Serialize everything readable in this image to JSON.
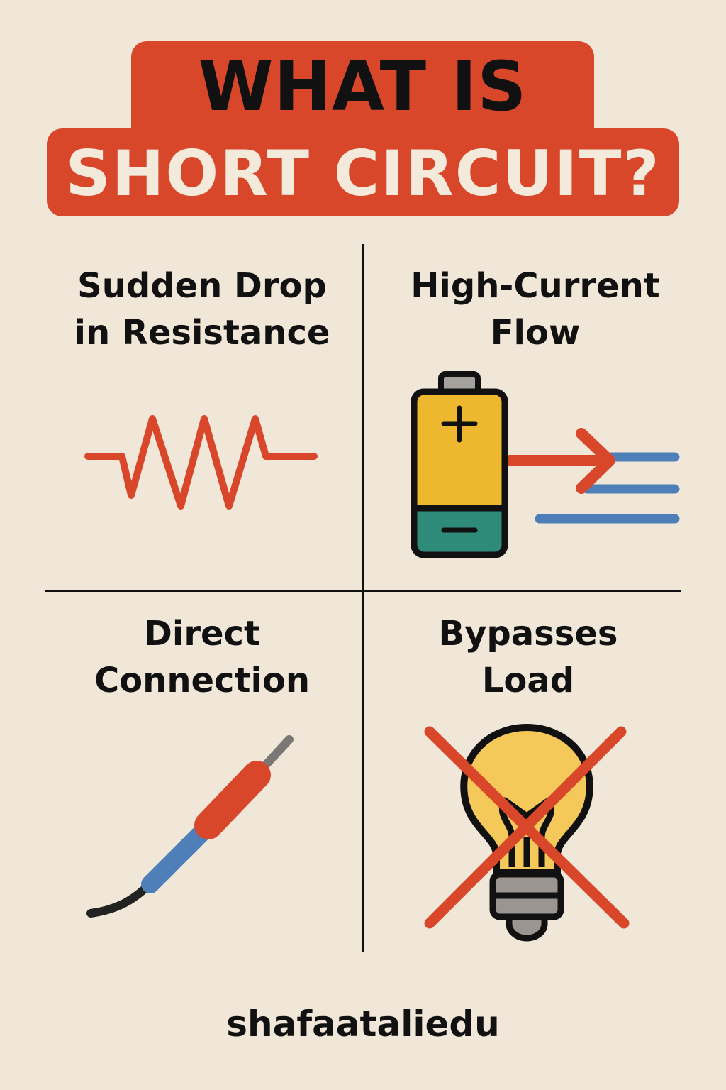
{
  "title": {
    "line1": "WHAT IS",
    "line2": "SHORT CIRCUIT?"
  },
  "quadrants": [
    {
      "heading_line1": "Sudden Drop",
      "heading_line2": "in Resistance",
      "icon": "resistor-zigzag-icon"
    },
    {
      "heading_line1": "High-Current",
      "heading_line2": "Flow",
      "icon": "battery-current-arrow-icon"
    },
    {
      "heading_line1": "Direct",
      "heading_line2": "Connection",
      "icon": "wire-probe-icon"
    },
    {
      "heading_line1": "Bypasses",
      "heading_line2": "Load",
      "icon": "crossed-lightbulb-icon"
    }
  ],
  "battery": {
    "plus": "+",
    "minus": "−"
  },
  "footer": {
    "credit": "shafaataliedu"
  },
  "colors": {
    "background": "#F1E7D9",
    "accent_red": "#D9472B",
    "title_light": "#F3EADB",
    "text": "#111111",
    "battery_yellow": "#EDB72E",
    "battery_teal": "#2E8B7A",
    "flow_blue": "#4F7FB8",
    "bulb_yellow": "#F4C95A",
    "metal_gray": "#9A9590",
    "cable_black": "#222222"
  }
}
